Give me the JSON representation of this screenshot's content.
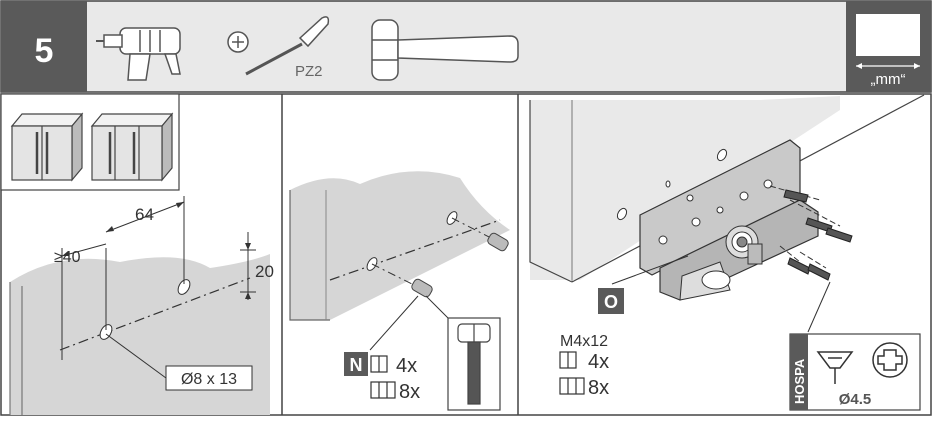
{
  "step": {
    "number": "5"
  },
  "tools": {
    "drill": "drill-icon",
    "screwdriver": "screwdriver-icon",
    "screwdriver_label": "PZ2",
    "mallet": "mallet-icon",
    "unit_label": "„mm“"
  },
  "panel_a": {
    "dim_top": "64",
    "dim_left": "≥40",
    "dim_right": "20",
    "drill_spec": "Ø8 x 13"
  },
  "panel_b": {
    "part_letter": "N",
    "qty_single": "4x",
    "qty_double": "8x"
  },
  "panel_c": {
    "part_letter": "O",
    "screw_size": "M4x12",
    "qty_single": "4x",
    "qty_double": "8x",
    "brand": "HOSPA",
    "screw_diameter": "Ø4.5"
  },
  "colors": {
    "step_bg": "#5a5a5a",
    "header_bg": "#e9e9e9",
    "surface_fill": "#d6d6d6",
    "line": "#3a3a3a"
  }
}
